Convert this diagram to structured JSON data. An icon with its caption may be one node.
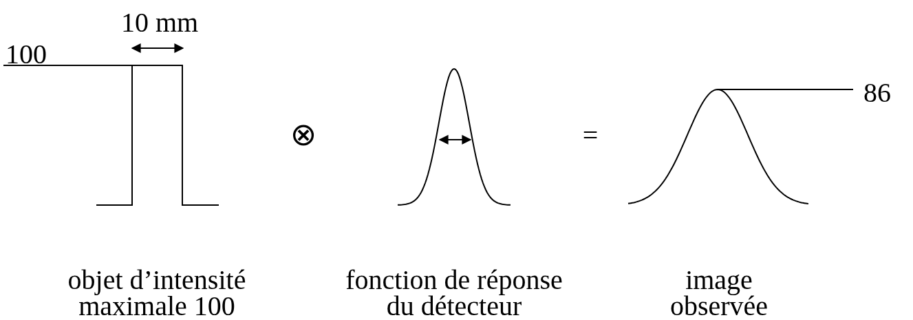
{
  "diagram": {
    "labels": [
      "10 mm",
      "100",
      "86",
      "⊗",
      "=",
      "objet d’intensité maximale 100",
      "fonction de réponse du détecteur",
      "image observée"
    ]
  }
}
